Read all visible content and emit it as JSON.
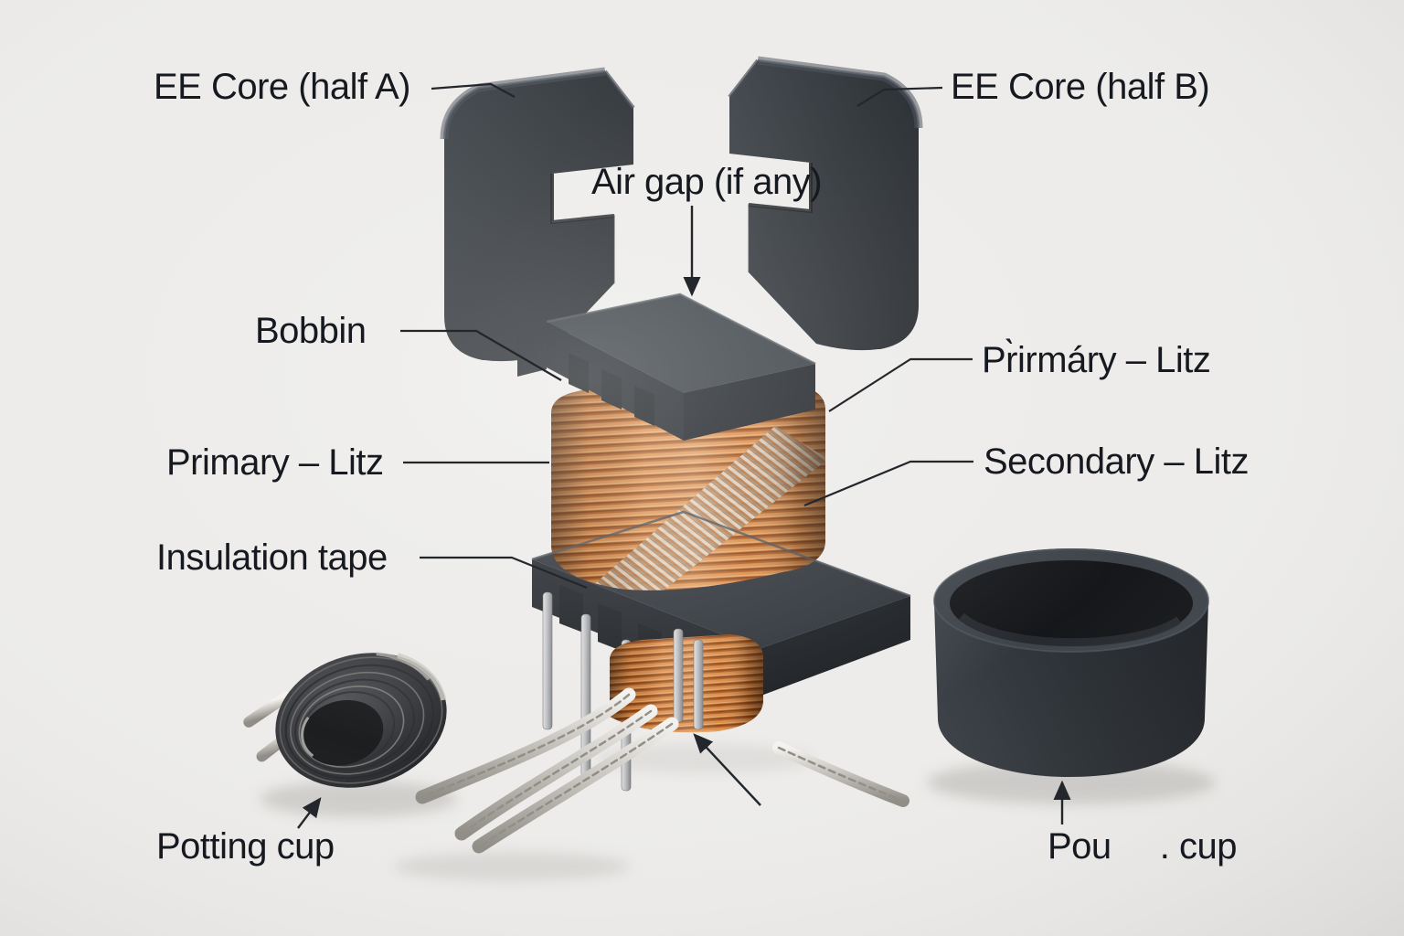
{
  "labels": {
    "ee_core_a": "EE Core (half A)",
    "ee_core_b": "EE Core (half B)",
    "air_gap": "Air gap (if any)",
    "bobbin": "Bobbin",
    "primary_right": "Pr̀irmáry – Litz",
    "primary_left": "Primary – Litz",
    "secondary": "Secondary – Litz",
    "insulation_tape": "Insulation tape",
    "potting_cup_left": "Potting cup",
    "potting_cup_right": "Pou     . cup"
  },
  "colors": {
    "background": "#edecea",
    "label_text": "#16191f",
    "core_plastic": "#282c31",
    "copper_winding": "#c2671f",
    "litz_silver": "#cac7c1",
    "leader_line": "#23262b"
  }
}
